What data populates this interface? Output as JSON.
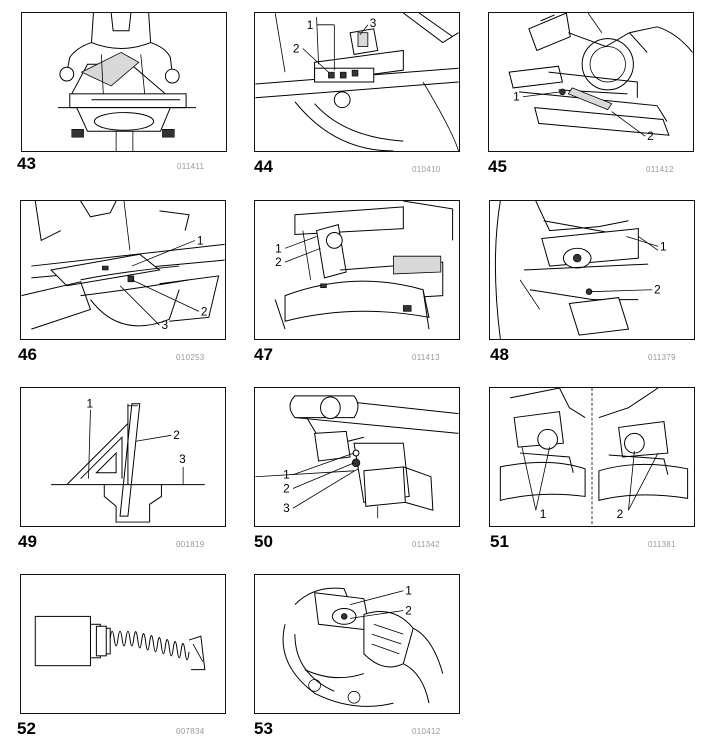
{
  "figures": [
    {
      "number": "43",
      "code": "011411",
      "callouts": []
    },
    {
      "number": "44",
      "code": "010410",
      "callouts": [
        "1",
        "2",
        "3"
      ]
    },
    {
      "number": "45",
      "code": "011412",
      "callouts": [
        "1",
        "2"
      ]
    },
    {
      "number": "46",
      "code": "010253",
      "callouts": [
        "1",
        "2",
        "3"
      ]
    },
    {
      "number": "47",
      "code": "011413",
      "callouts": [
        "1",
        "2"
      ]
    },
    {
      "number": "48",
      "code": "011379",
      "callouts": [
        "1",
        "2"
      ]
    },
    {
      "number": "49",
      "code": "001819",
      "callouts": [
        "1",
        "2",
        "3"
      ]
    },
    {
      "number": "50",
      "code": "011342",
      "callouts": [
        "1",
        "2",
        "3"
      ]
    },
    {
      "number": "51",
      "code": "011381",
      "callouts": [
        "1",
        "2"
      ]
    },
    {
      "number": "52",
      "code": "007834",
      "callouts": []
    },
    {
      "number": "53",
      "code": "010412",
      "callouts": [
        "1",
        "2"
      ]
    }
  ]
}
